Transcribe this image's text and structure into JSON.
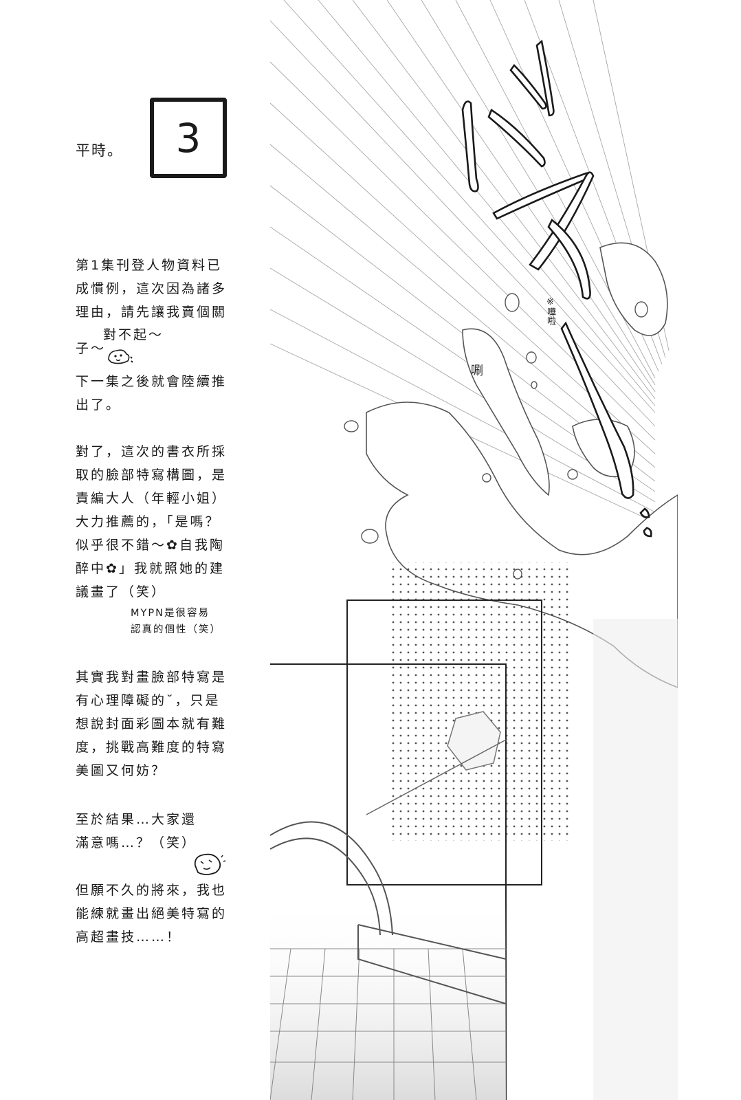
{
  "header": {
    "label": "平時。",
    "number": "3"
  },
  "notes": {
    "para1": "第1集刊登人物資料已\n成慣例，這次因為諸多\n理由，請先讓我賣個關\n子～",
    "para1_end": "對不起～",
    "para2": "下一集之後就會陸續推\n出了。",
    "para3": "對了，這次的書衣所採\n取的臉部特寫構圖，是\n責編大人（年輕小姐）\n大力推薦的，「是嗎？\n似乎很不錯～",
    "para3_b": "自我陶",
    "para3_c": "醉中",
    "para3_d": "」我就照她的建\n議畫了（笑）",
    "aside": "MYPN是很容易\n認真的個性（笑）",
    "para4": "其實我對畫臉部特寫是\n有心理障礙的",
    "para4_b": "，只是\n想說封面彩圖本就有難\n度，挑戰高難度的特寫\n美圖又何妨？",
    "para5": "至於結果…大家還\n滿意嗎…？（笑）",
    "para6": "但願不久的將來，我也\n能練就畫出絕美特寫的\n高超畫技……！"
  },
  "artwork": {
    "sfx_note": "※嘩啦",
    "sfx_small": "唰"
  }
}
